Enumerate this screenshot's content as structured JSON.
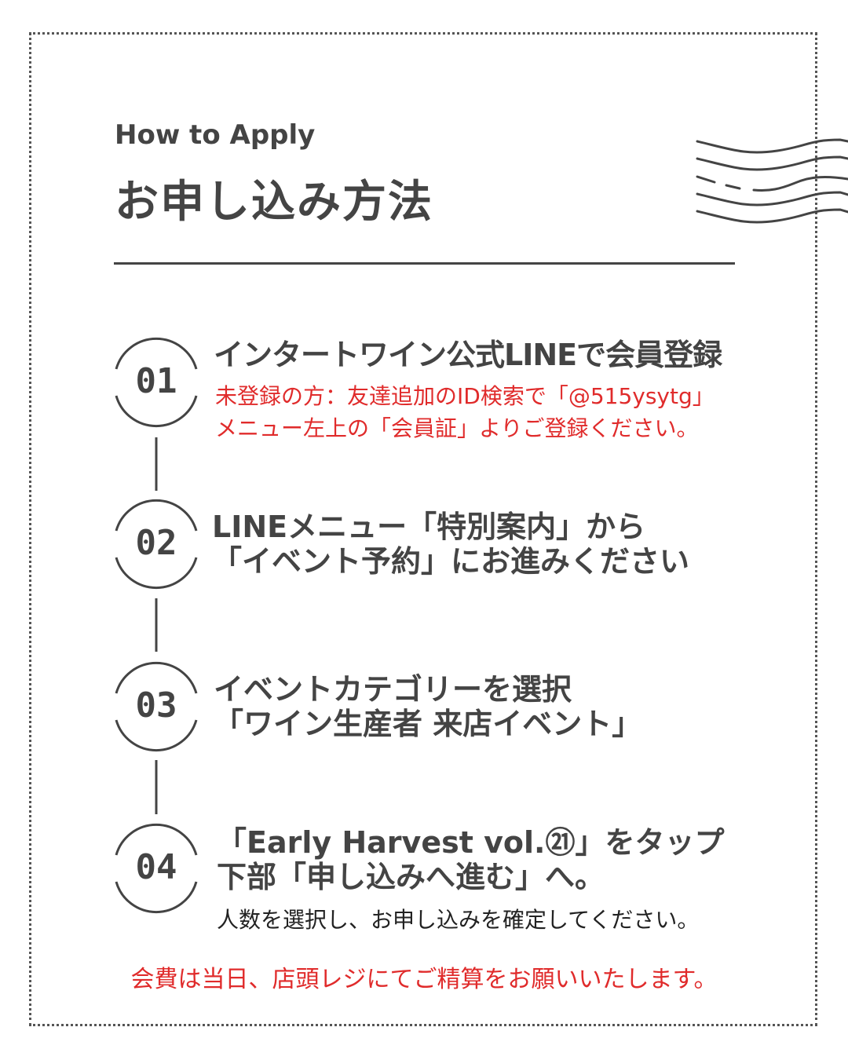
{
  "header": {
    "subtitle": "How to Apply",
    "title": "お申し込み方法"
  },
  "steps": [
    {
      "number": "01",
      "lines": [
        "インタートワイン公式LINEで会員登録"
      ],
      "note_red": [
        "未登録の方：友達追加のID検索で「@515ysytg」",
        "メニュー左上の「会員証」よりご登録ください。"
      ]
    },
    {
      "number": "02",
      "lines": [
        "LINEメニュー「特別案内」から",
        "「イベント予約」にお進みください"
      ]
    },
    {
      "number": "03",
      "lines": [
        "イベントカテゴリーを選択",
        "「ワイン生産者 来店イベント」"
      ]
    },
    {
      "number": "04",
      "lines": [
        "「Early Harvest vol.㉑」をタップ",
        "下部「申し込みへ進む」へ。"
      ],
      "note": "人数を選択し、お申し込みを確定してください。"
    }
  ],
  "footer": "会費は当日、店頭レジにてご精算をお願いいたします。"
}
